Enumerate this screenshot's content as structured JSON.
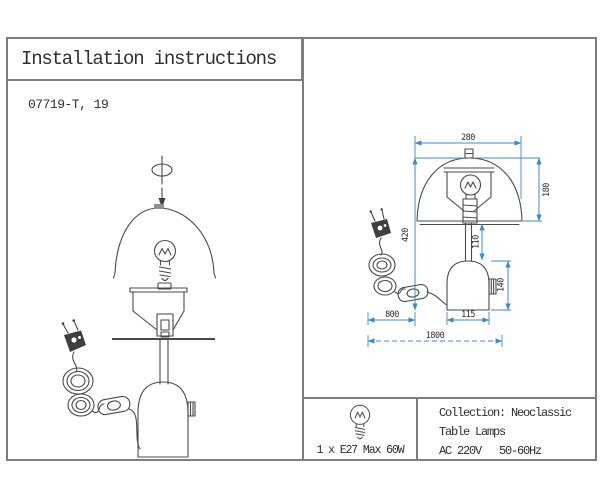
{
  "title": "Installation instructions",
  "model": "07719-T, 19",
  "dims": {
    "shade_width": "280",
    "shade_height": "180",
    "total_height": "420",
    "stem_height": "110",
    "base_height": "140",
    "base_width": "115",
    "cord_to_switch": "800",
    "cord_total": "1800"
  },
  "bulb": {
    "label": "1 x E27 Max 60W"
  },
  "specs": {
    "collection": "Collection: Neoclassic",
    "category": "Table Lamps",
    "power": "AC 220V   50-60Hz"
  },
  "colors": {
    "dimension_line": "#4089c8",
    "drawing_line": "#4a4a4a",
    "border": "#7e7e7e",
    "text": "#2f2f2f"
  }
}
